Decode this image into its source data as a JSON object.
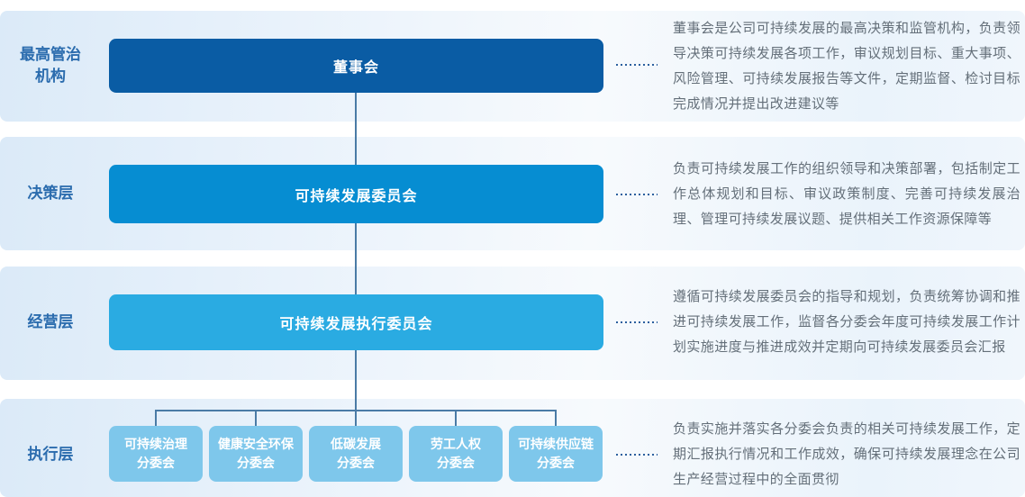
{
  "rows": [
    {
      "tier_label": "最高管治\n机构",
      "box": "董事会",
      "description": "董事会是公司可持续发展的最高决策和监管机构，负责领导决策可持续发展各项工作，审议规划目标、重大事项、风险管理、可持续发展报告等文件，定期监督、检讨目标完成情况并提出改进建议等"
    },
    {
      "tier_label": "决策层",
      "box": "可持续发展委员会",
      "description": "负责可持续发展工作的组织领导和决策部署，包括制定工作总体规划和目标、审议政策制度、完善可持续发展治理、管理可持续发展议题、提供相关工作资源保障等"
    },
    {
      "tier_label": "经营层",
      "box": "可持续发展执行委员会",
      "description": "遵循可持续发展委员会的指导和规划，负责统筹协调和推进可持续发展工作，监督各分委会年度可持续发展工作计划实施进度与推进成效并定期向可持续发展委员会汇报"
    },
    {
      "tier_label": "执行层",
      "sub_boxes": [
        "可持续治理\n分委会",
        "健康安全环保\n分委会",
        "低碳发展\n分委会",
        "劳工人权\n分委会",
        "可持续供应链\n分委会"
      ],
      "description": "负责实施并落实各分委会负责的相关可持续发展工作，定期汇报执行情况和工作成效，确保可持续发展理念在公司生产经营过程中的全面贯彻"
    }
  ],
  "colors": {
    "tier1_box": "#0a5ca4",
    "tier2_box": "#068dd2",
    "tier3_box": "#2aabe2",
    "tier4_box": "#7ec7eb",
    "connector": "#4a7ba6",
    "dotted_leader": "#2a5f9e",
    "tier_label": "#2b6cae",
    "description_text": "#646f79"
  }
}
